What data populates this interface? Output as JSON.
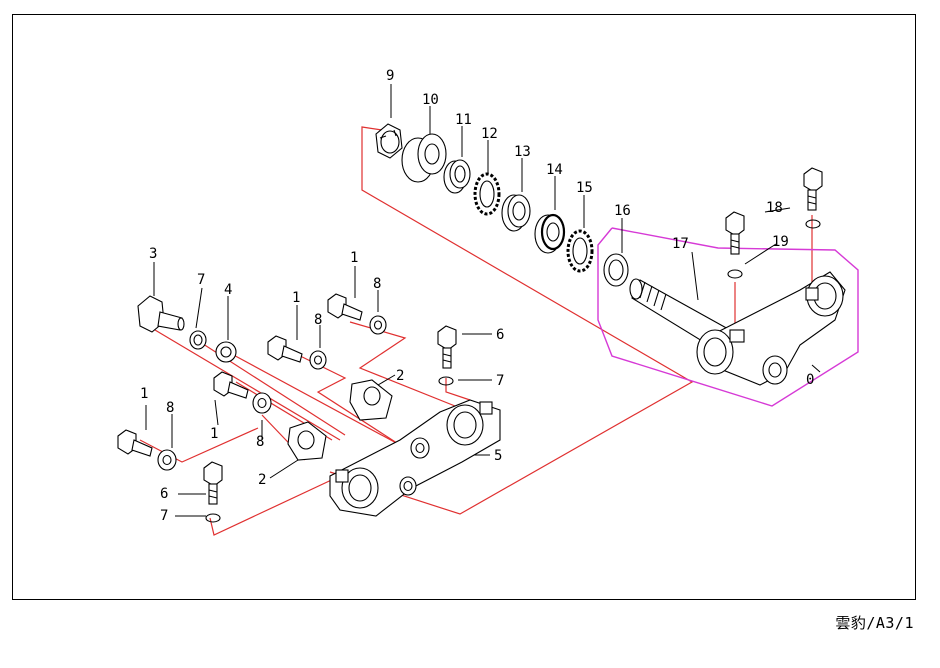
{
  "footer": {
    "sheet_code": "雲豹/A3/1"
  },
  "callouts": [
    "9",
    "10",
    "11",
    "12",
    "13",
    "14",
    "15",
    "16",
    "17",
    "18",
    "19",
    "0",
    "3",
    "7",
    "4",
    "1",
    "8",
    "1",
    "8",
    "1",
    "8",
    "6",
    "7",
    "2",
    "2",
    "5",
    "1",
    "8",
    "6",
    "7"
  ],
  "colors": {
    "linework": "#000000",
    "assembly_path": "#e03030",
    "subassembly_box": "#d63ad6",
    "background": "#ffffff"
  }
}
